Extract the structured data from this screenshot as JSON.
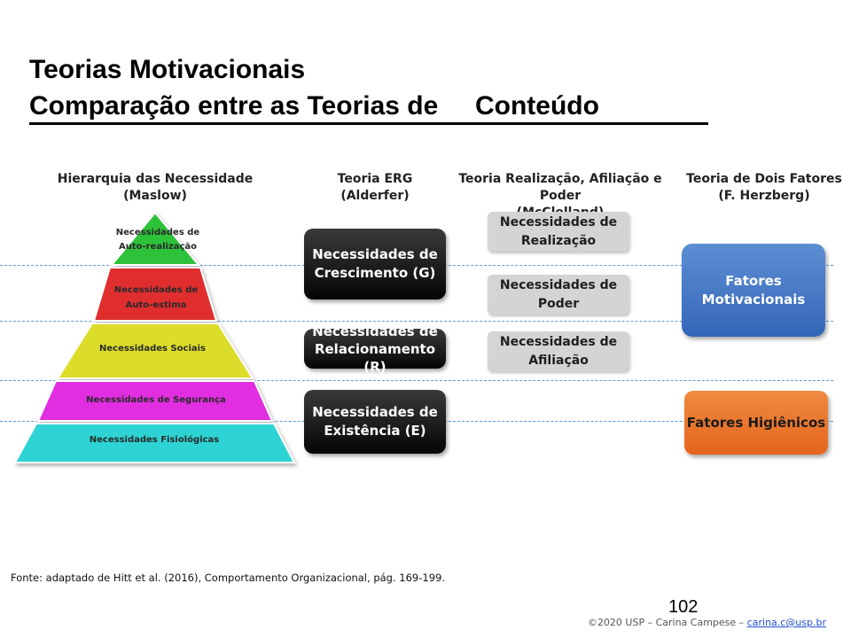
{
  "title": {
    "line1": "Teorias Motivacionais",
    "line2": "Comparação entre as Teorias de     Conteúdo"
  },
  "columns": {
    "maslow": {
      "line1": "Hierarquia das Necessidade",
      "line2": "(Maslow)"
    },
    "erg": {
      "line1": "Teoria ERG",
      "line2": "(Alderfer)"
    },
    "mcclelland": {
      "line1": "Teoria Realização, Afiliação e Poder",
      "line2": "(McClelland)"
    },
    "herzberg": {
      "line1": "Teoria de Dois Fatores",
      "line2": "(F. Herzberg)"
    }
  },
  "pyramid": [
    {
      "line1": "Necessidades de",
      "line2": "Auto-realização",
      "color": "#2fc23a"
    },
    {
      "line1": "Necessidades de",
      "line2": "Auto-estima",
      "color": "#e02f2f"
    },
    {
      "line1": "Necessidades Sociais",
      "line2": "",
      "color": "#dcdc2a"
    },
    {
      "line1": "Necessidades de Segurança",
      "line2": "",
      "color": "#e02ee0"
    },
    {
      "line1": "Necessidades Fisiológicas",
      "line2": "",
      "color": "#2ed3d3"
    }
  ],
  "erg_boxes": [
    {
      "line1": "Necessidades de",
      "line2": "Crescimento (G)"
    },
    {
      "line1": "Necessidades de",
      "line2": "Relacionamento (R)"
    },
    {
      "line1": "Necessidades de",
      "line2": "Existência (E)"
    }
  ],
  "mcclelland_boxes": [
    {
      "line1": "Necessidades de",
      "line2": "Realização"
    },
    {
      "line1": "Necessidades de",
      "line2": "Poder"
    },
    {
      "line1": "Necessidades de",
      "line2": "Afiliação"
    }
  ],
  "herzberg_boxes": [
    {
      "line1": "Fatores",
      "line2": "Motivacionais"
    },
    {
      "line1": "Fatores Higiênicos",
      "line2": ""
    }
  ],
  "source": "Fonte: adaptado de Hitt et al. (2016), Comportamento Organizacional, pág. 169-199.",
  "page_number": "102",
  "footer": {
    "text": "©2020 USP – Carina Campese – ",
    "email": "carina.c@usp.br"
  }
}
